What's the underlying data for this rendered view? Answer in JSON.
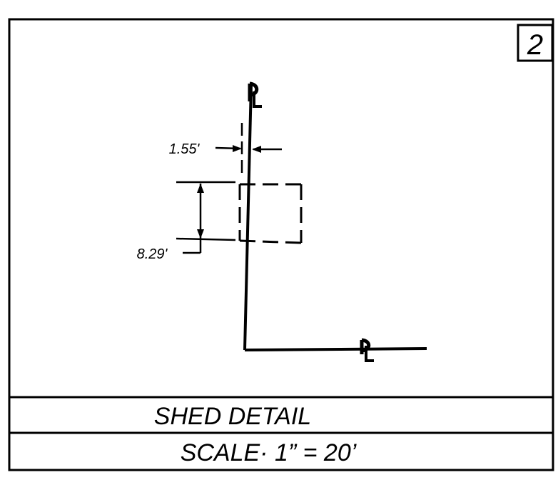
{
  "sheet": {
    "detail_number": "2",
    "title": "SHED DETAIL",
    "scale_label": "SCALE· 1” = 20’"
  },
  "dimensions": {
    "offset_label": "1.55'",
    "width_label": "8.29'"
  },
  "symbols": {
    "centerline_symbol": "centerline-symbol"
  },
  "colors": {
    "ink": "#000000",
    "paper": "#ffffff"
  }
}
